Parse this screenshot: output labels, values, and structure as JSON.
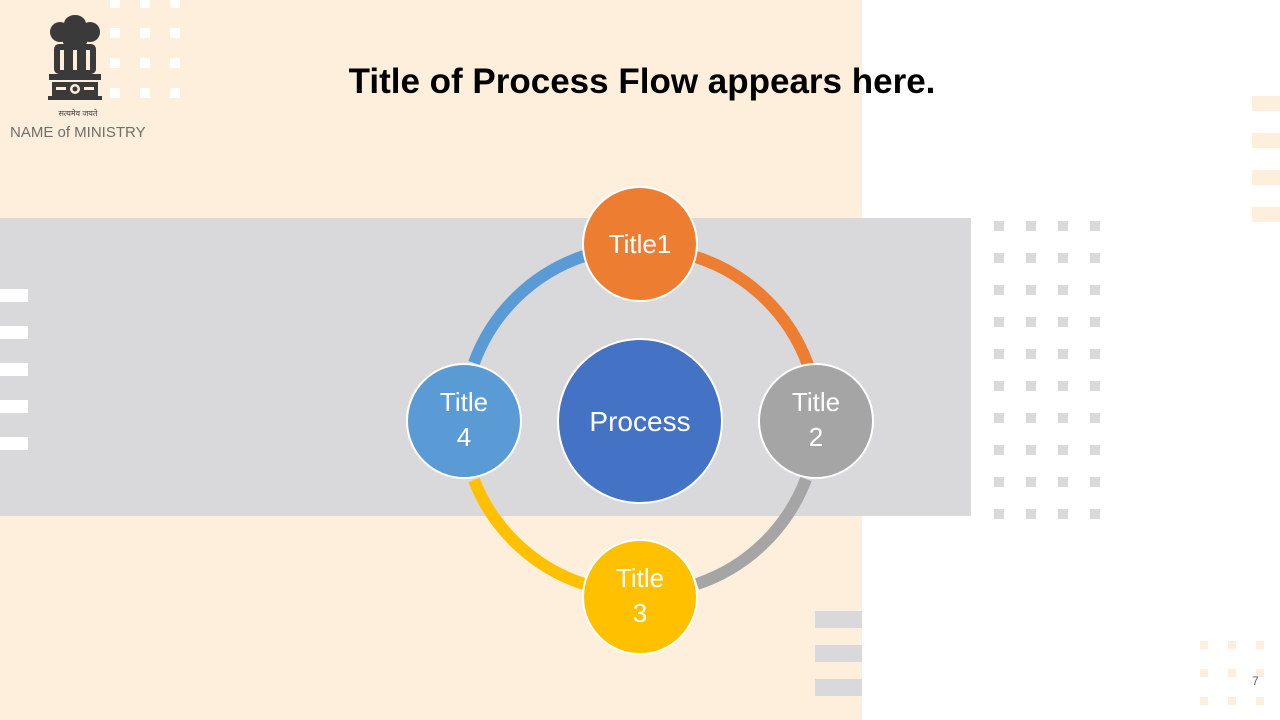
{
  "header": {
    "ministry_name": "NAME of MINISTRY",
    "motto": "सत्यमेव जयते",
    "emblem_icon": "national-emblem-icon"
  },
  "slide": {
    "title": "Title of Process Flow appears here.",
    "page_number": "7"
  },
  "diagram": {
    "center": {
      "label": "Process",
      "color": "#4472c4"
    },
    "nodes": [
      {
        "line1": "Title1",
        "line2": "",
        "color": "#ed7d31"
      },
      {
        "line1": "Title",
        "line2": "2",
        "color": "#a5a5a5"
      },
      {
        "line1": "Title",
        "line2": "3",
        "color": "#ffc000"
      },
      {
        "line1": "Title",
        "line2": "4",
        "color": "#5b9bd5"
      }
    ]
  }
}
